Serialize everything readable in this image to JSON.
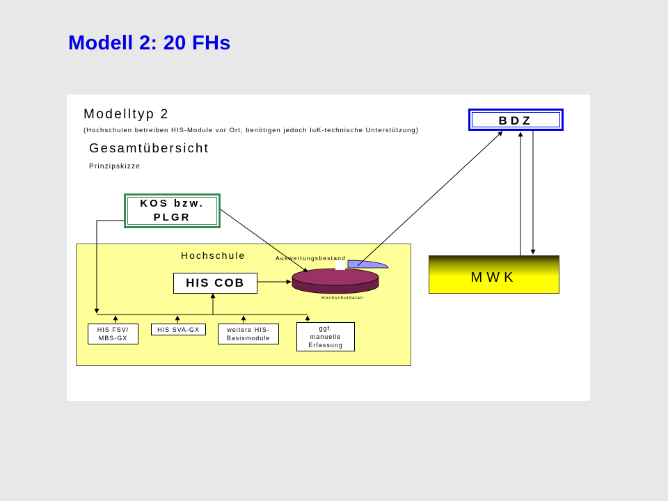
{
  "slide": {
    "title": "Modell 2: 20 FHs"
  },
  "diagram": {
    "heading": "Modelltyp 2",
    "subheading": "(Hochschulen betreiben HIS-Module vor Ort, benötigen jedoch IuK-technische Unterstützung)",
    "section_title": "Gesamtübersicht",
    "section_subtitle": "Prinzipskizze",
    "bdz_label": "BDZ",
    "kos": {
      "line1": "KOS bzw.",
      "line2": "PLGR"
    },
    "hochschule": {
      "label": "Hochschule",
      "auswertung_label": "Auswertungsbestand",
      "hochschuldaten_label": "Hochschuldaten",
      "his_cob_label": "HIS COB",
      "modules": [
        {
          "line1": "HIS FSV/",
          "line2": "MBS-GX"
        },
        {
          "line1": "HIS SVA-GX",
          "line2": ""
        },
        {
          "line1": "weitere HIS-",
          "line2": "Basismodule"
        },
        {
          "line1": "ggf.",
          "line2": "manuelle",
          "line3": "Erfassung"
        }
      ]
    },
    "mwk_label": "MWK",
    "colors": {
      "title": "#0000e6",
      "bdz_border": "#0000e6",
      "kos_border": "#3a8a5c",
      "hochschule_fill": "#ffff99",
      "mwk_fill": "#ffff00",
      "pie_main": "#993366",
      "pie_slice": "#9999ff"
    }
  }
}
